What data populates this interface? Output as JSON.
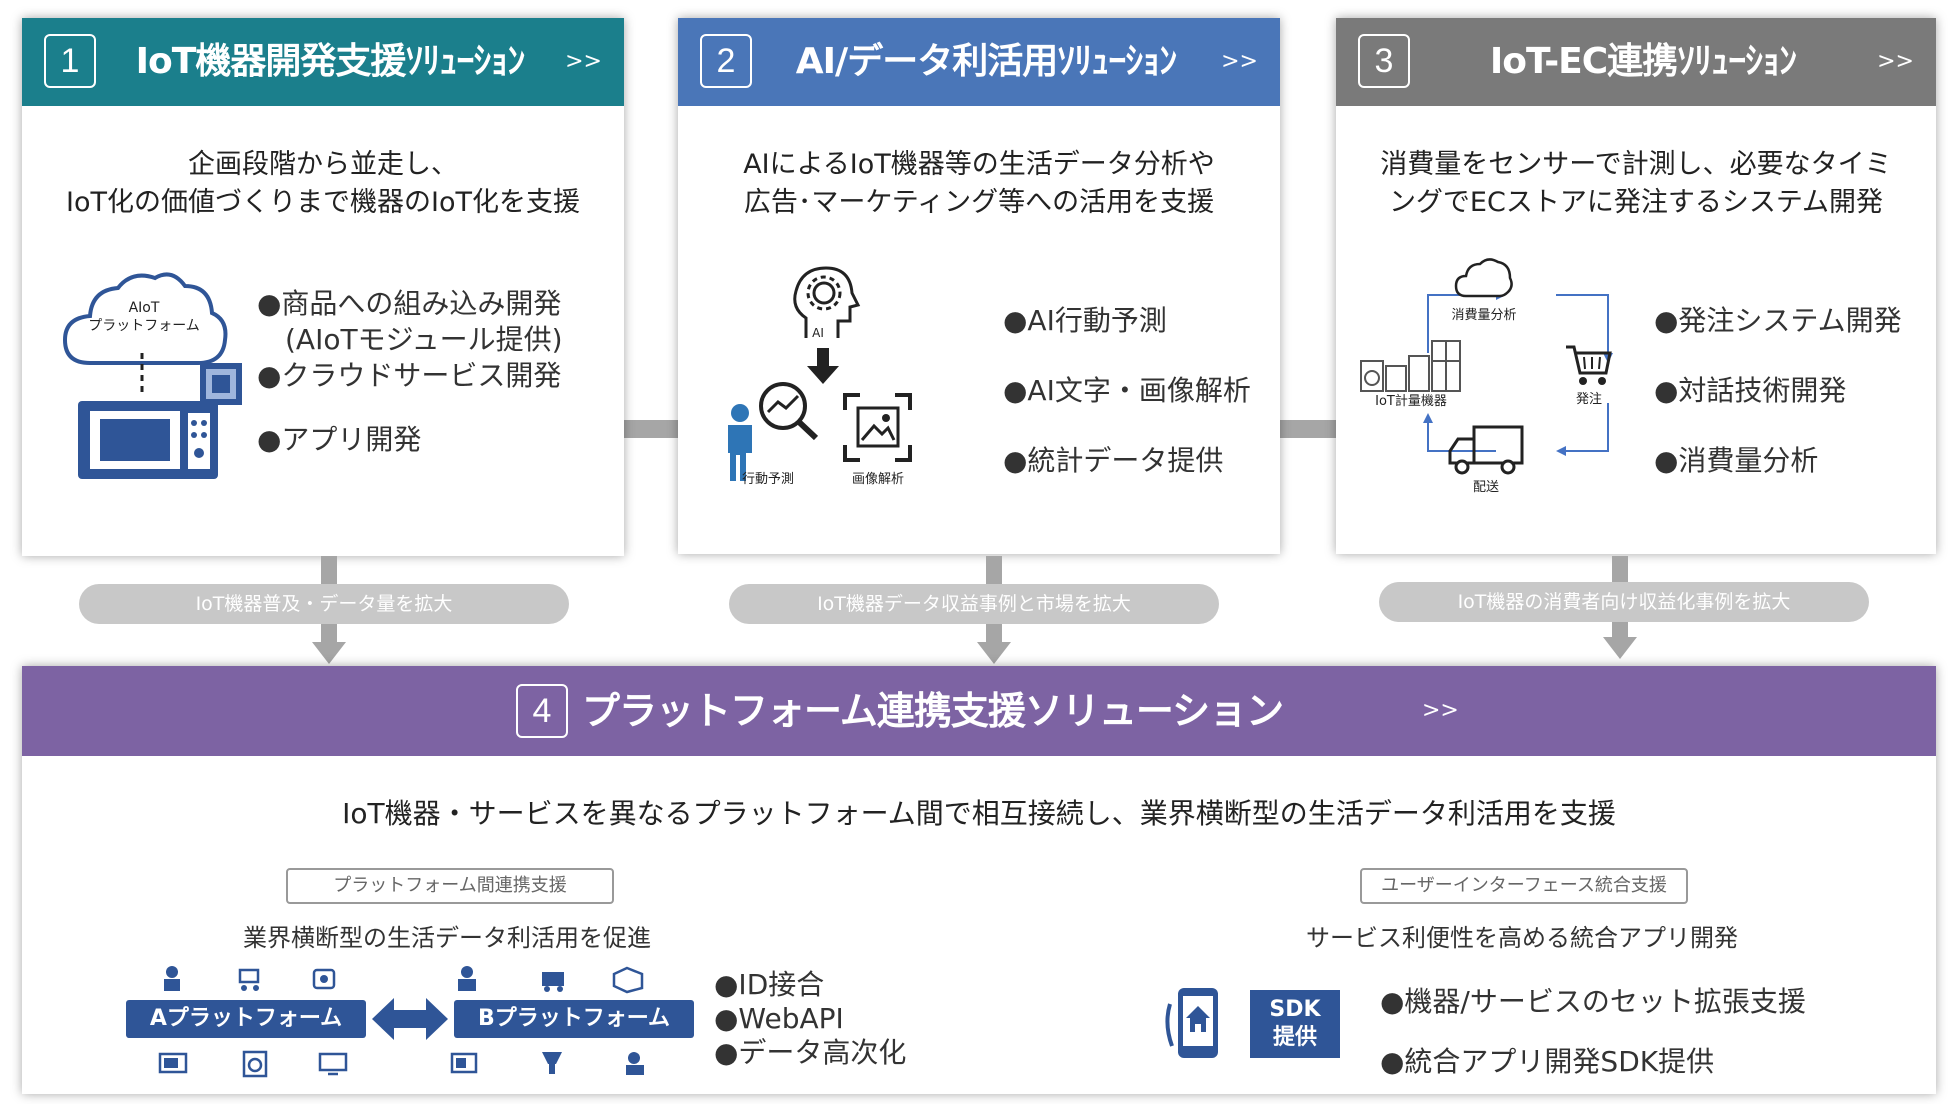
{
  "cards": [
    {
      "num": "1",
      "title": "IoT機器開発支援ｿﾘｭｰｼｮﾝ",
      "chev": ">>",
      "desc": [
        "企画段階から並走し、",
        "IoT化の価値づくりまで機器のIoT化を支援"
      ],
      "cloud_label": [
        "AIoT",
        "プラットフォーム"
      ],
      "bullets": [
        "●商品への組み込み開発",
        "　(AIoTモジュール提供)",
        "●クラウドサービス開発",
        "●アプリ開発"
      ],
      "color": "#1b7f8c"
    },
    {
      "num": "2",
      "title": "AI/データ利活用ｿﾘｭｰｼｮﾝ",
      "chev": ">>",
      "desc": [
        "AIによるIoT機器等の生活データ分析や",
        "広告･マーケティング等への活用を支援"
      ],
      "icon_labels": {
        "ai": "AI",
        "behavior": "行動予測",
        "image": "画像解析"
      },
      "bullets": [
        "●AI行動予測",
        "●AI文字・画像解析",
        "●統計データ提供"
      ],
      "color": "#4a76b8"
    },
    {
      "num": "3",
      "title": "IoT-EC連携ｿﾘｭｰｼｮﾝ",
      "chev": ">>",
      "desc": [
        "消費量をセンサーで計測し、必要なタイミ",
        "ングでECストアに発注するシステム開発"
      ],
      "cycle_labels": {
        "analysis": "消費量分析",
        "device": "IoT計量機器",
        "order": "発注",
        "ship": "配送"
      },
      "bullets": [
        "●発注システム開発",
        "●対話技術開発",
        "●消費量分析"
      ],
      "color": "#7a7a7a"
    }
  ],
  "pills": [
    "IoT機器普及・データ量を拡大",
    "IoT機器データ収益事例と市場を拡大",
    "IoT機器の消費者向け収益化事例を拡大"
  ],
  "platform": {
    "num": "4",
    "title": "プラットフォーム連携支援ソリューション",
    "chev": ">>",
    "color": "#7d63a3",
    "desc": "IoT機器・サービスを異なるプラットフォーム間で相互接続し、業界横断型の生活データ利活用を支援",
    "left": {
      "tag": "プラットフォーム間連携支援",
      "subtitle": "業界横断型の生活データ利活用を促進",
      "platform_a": "Aプラットフォーム",
      "platform_b": "Bプラットフォーム",
      "bullets": [
        "●ID接合",
        "●WebAPI",
        "●データ高次化"
      ]
    },
    "right": {
      "tag": "ユーザーインターフェース統合支援",
      "subtitle": "サービス利便性を高める統合アプリ開発",
      "sdk": [
        "SDK",
        "提供"
      ],
      "bullets": [
        "●機器/サービスのセット拡張支援",
        "●統合アプリ開発SDK提供"
      ]
    }
  }
}
